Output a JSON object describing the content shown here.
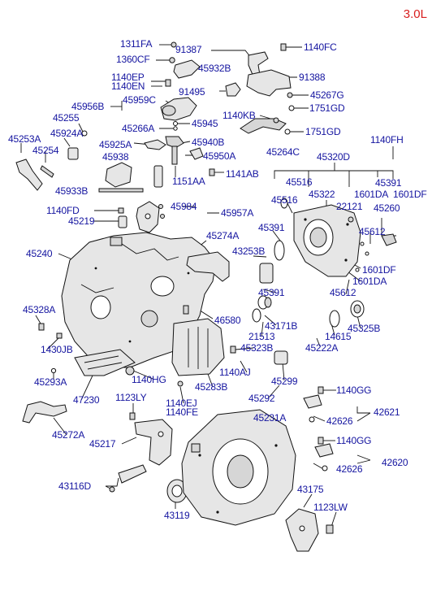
{
  "badge": "3.0L",
  "colors": {
    "label": "#1515a0",
    "badge": "#d81e1e",
    "line": "#111111"
  },
  "labels": {
    "l1311fa": "1311FA",
    "l1360cf": "1360CF",
    "l91387": "91387",
    "l1140fc": "1140FC",
    "l45932b": "45932B",
    "l1140ep": "1140EP",
    "l1140en": "1140EN",
    "l91388": "91388",
    "l91495": "91495",
    "l45267g": "45267G",
    "l45956b": "45956B",
    "l45959c": "45959C",
    "l1751gd_a": "1751GD",
    "l45255": "45255",
    "l1140kb": "1140KB",
    "l45945": "45945",
    "l45266a": "45266A",
    "l1751gd_b": "1751GD",
    "l45253a": "45253A",
    "l45924a": "45924A",
    "l1140fh": "1140FH",
    "l45254": "45254",
    "l45925a": "45925A",
    "l45940b": "45940B",
    "l45264c": "45264C",
    "l45320d": "45320D",
    "l45938": "45938",
    "l45950a": "45950A",
    "l45516_a": "45516",
    "l45391_a": "45391",
    "l1151aa": "1151AA",
    "l1141ab": "1141AB",
    "l45933b": "45933B",
    "l45516_b": "45516",
    "l45322": "45322",
    "l1601da_a": "1601DA",
    "l1601df_a": "1601DF",
    "l22121": "22121",
    "l1140fd": "1140FD",
    "l45984": "45984",
    "l45957a": "45957A",
    "l45219": "45219",
    "l45260": "45260",
    "l45391_b": "45391",
    "l45274a": "45274A",
    "l45612_a": "45612",
    "l45240": "45240",
    "l43253b": "43253B",
    "l1601df_b": "1601DF",
    "l1601da_b": "1601DA",
    "l45391_c": "45391",
    "l45612_b": "45612",
    "l45328a": "45328A",
    "l46580": "46580",
    "l43171b": "43171B",
    "l21513": "21513",
    "l14615": "14615",
    "l45325b": "45325B",
    "l1430jb": "1430JB",
    "l45323b": "45323B",
    "l45222a": "45222A",
    "l1140aj": "1140AJ",
    "l45293a": "45293A",
    "l1140hg": "1140HG",
    "l45283b": "45283B",
    "l45299": "45299",
    "l1140gg_a": "1140GG",
    "l47230": "47230",
    "l1123ly": "1123LY",
    "l1140ej": "1140EJ",
    "l45292": "45292",
    "l1140fe": "1140FE",
    "l42621": "42621",
    "l45231a": "45231A",
    "l42626_a": "42626",
    "l45272a": "45272A",
    "l45217": "45217",
    "l1140gg_b": "1140GG",
    "l42626_b": "42626",
    "l42620": "42620",
    "l43116d": "43116D",
    "l43175": "43175",
    "l1123lw": "1123LW",
    "l43119": "43119"
  }
}
